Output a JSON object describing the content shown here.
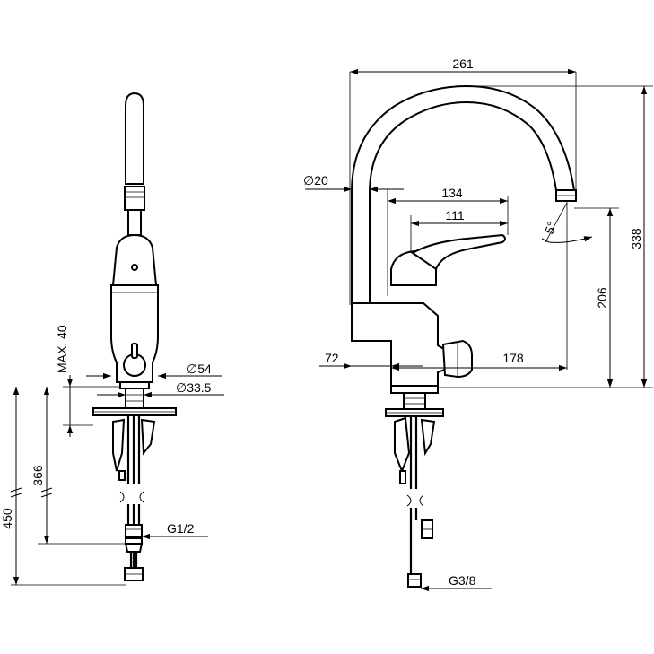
{
  "dimensions": {
    "max_height": "MAX. 40",
    "dia_54": "∅54",
    "dia_33_5": "∅33.5",
    "len_366": "366",
    "len_450": "450",
    "thread_left": "G1/2",
    "width_261": "261",
    "dia_20": "∅20",
    "len_134": "134",
    "len_111": "111",
    "angle_5": "5°",
    "height_206": "206",
    "height_338": "338",
    "len_72": "72",
    "len_178": "178",
    "thread_right": "G3/8"
  },
  "colors": {
    "line": "#000000",
    "background": "#ffffff"
  }
}
